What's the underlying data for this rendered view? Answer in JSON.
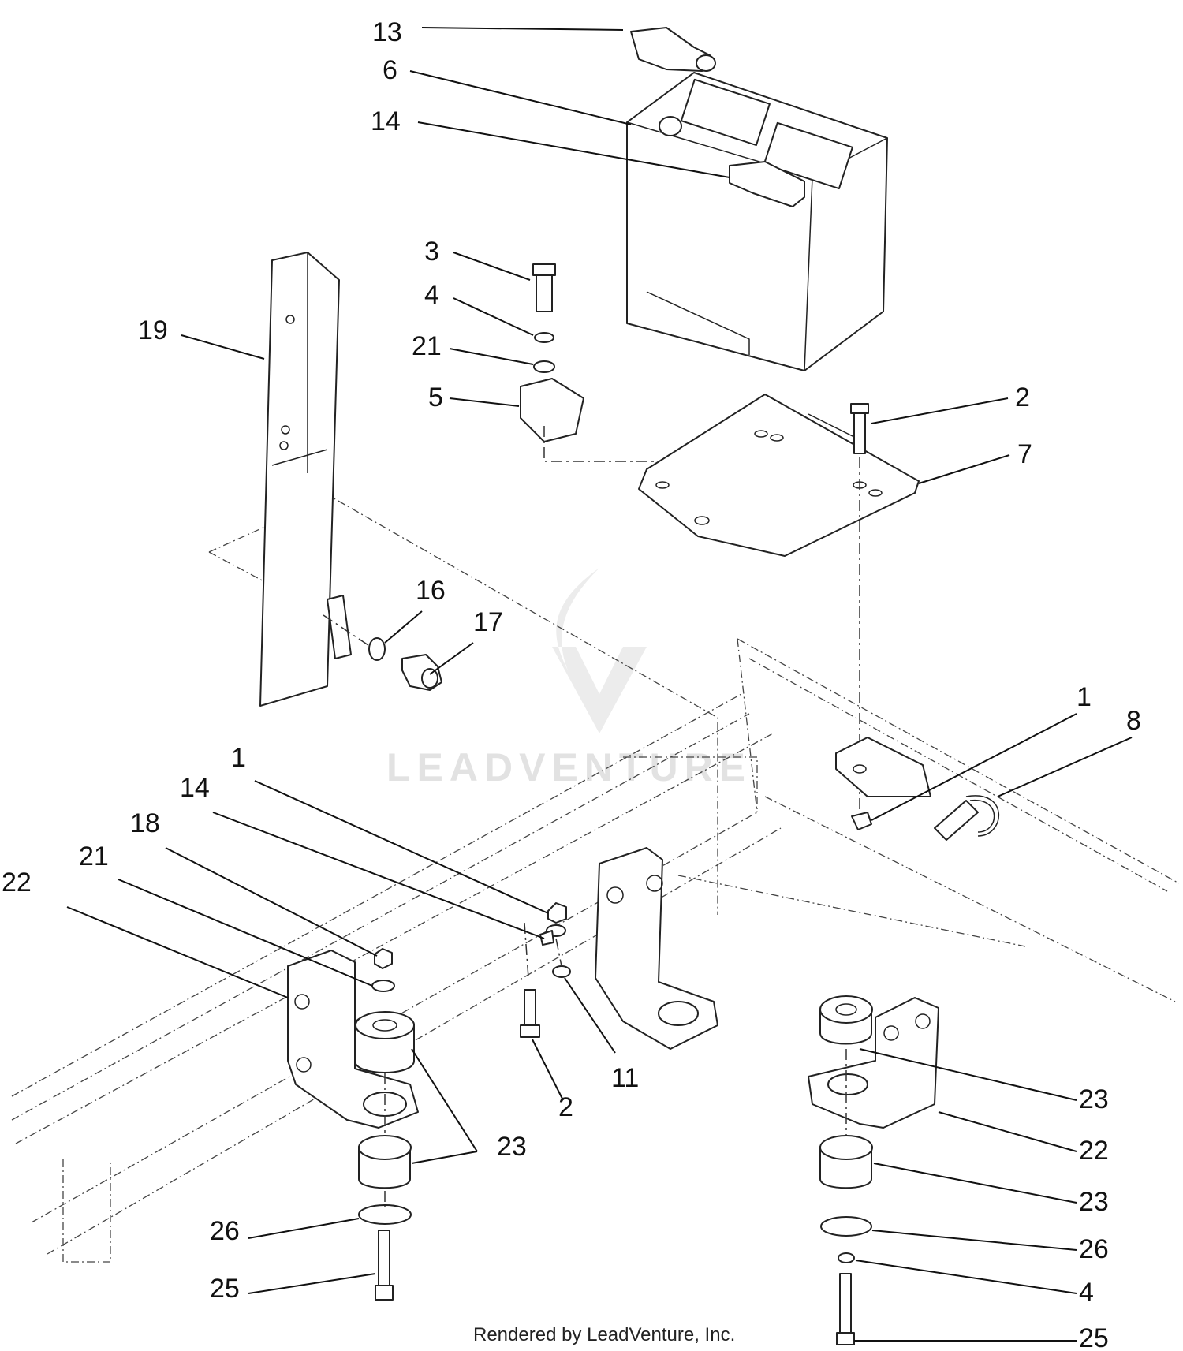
{
  "diagram": {
    "callouts": [
      {
        "id": "c13",
        "text": "13"
      },
      {
        "id": "c6",
        "text": "6"
      },
      {
        "id": "c14a",
        "text": "14"
      },
      {
        "id": "c3",
        "text": "3"
      },
      {
        "id": "c4a",
        "text": "4"
      },
      {
        "id": "c21a",
        "text": "21"
      },
      {
        "id": "c5",
        "text": "5"
      },
      {
        "id": "c19",
        "text": "19"
      },
      {
        "id": "c2a",
        "text": "2"
      },
      {
        "id": "c7",
        "text": "7"
      },
      {
        "id": "c16",
        "text": "16"
      },
      {
        "id": "c17",
        "text": "17"
      },
      {
        "id": "c1a",
        "text": "1"
      },
      {
        "id": "c8",
        "text": "8"
      },
      {
        "id": "c1b",
        "text": "1"
      },
      {
        "id": "c14b",
        "text": "14"
      },
      {
        "id": "c18",
        "text": "18"
      },
      {
        "id": "c21b",
        "text": "21"
      },
      {
        "id": "c22a",
        "text": "22"
      },
      {
        "id": "c11",
        "text": "11"
      },
      {
        "id": "c2b",
        "text": "2"
      },
      {
        "id": "c23a",
        "text": "23"
      },
      {
        "id": "c26a",
        "text": "26"
      },
      {
        "id": "c25a",
        "text": "25"
      },
      {
        "id": "c23b",
        "text": "23"
      },
      {
        "id": "c22b",
        "text": "22"
      },
      {
        "id": "c23c",
        "text": "23"
      },
      {
        "id": "c26b",
        "text": "26"
      },
      {
        "id": "c4b",
        "text": "4"
      },
      {
        "id": "c25b",
        "text": "25"
      }
    ]
  },
  "watermark": {
    "text": "LEADVENTURE"
  },
  "footer": {
    "credit": "Rendered by LeadVenture, Inc."
  }
}
